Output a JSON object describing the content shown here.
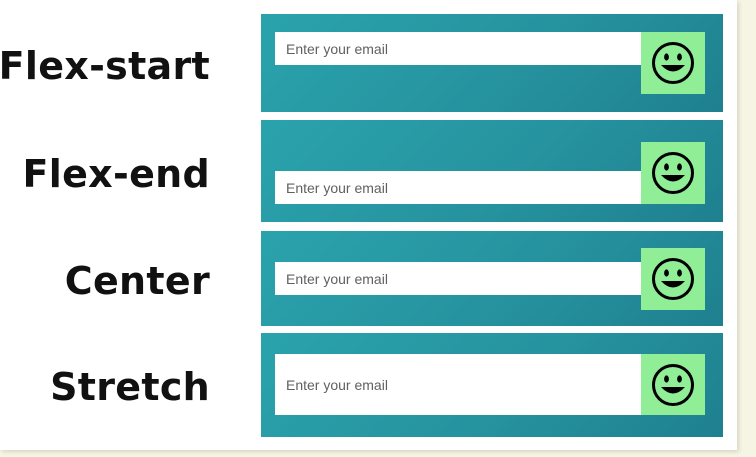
{
  "rows": [
    {
      "label": "Flex-start",
      "placeholder": "Enter your email",
      "button_icon": "smiley-icon"
    },
    {
      "label": "Flex-end",
      "placeholder": "Enter your email",
      "button_icon": "smiley-icon"
    },
    {
      "label": "Center",
      "placeholder": "Enter your email",
      "button_icon": "smiley-icon"
    },
    {
      "label": "Stretch",
      "placeholder": "Enter your email",
      "button_icon": "smiley-icon"
    }
  ],
  "colors": {
    "panel_gradient_start": "#2aa3ac",
    "panel_gradient_end": "#1f808f",
    "button_bg": "#90ee97",
    "page_bg": "#f6f4e2"
  }
}
